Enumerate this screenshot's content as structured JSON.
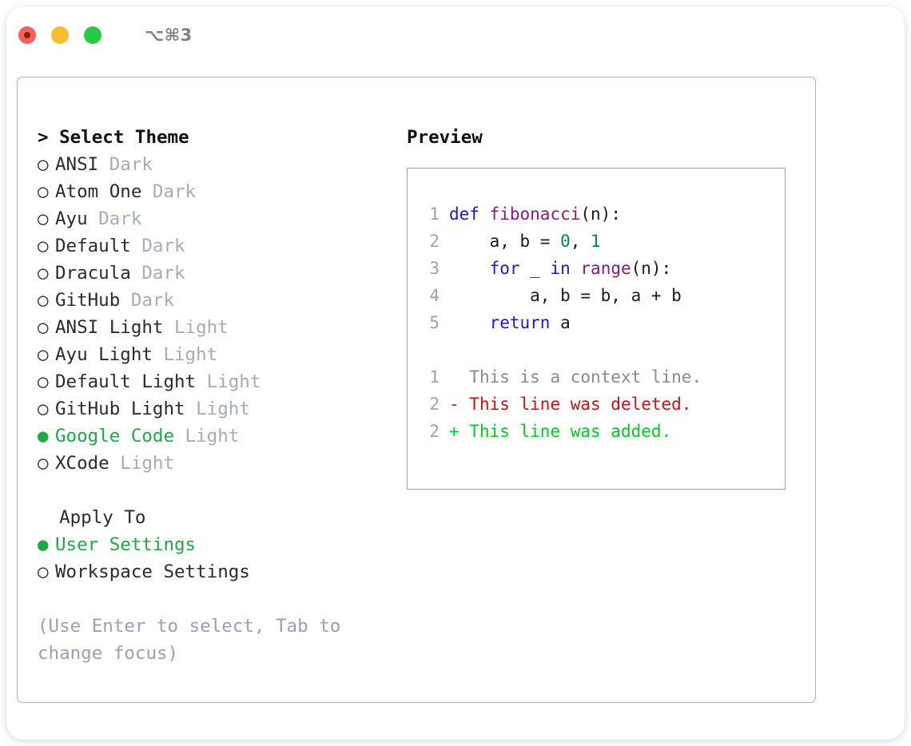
{
  "titlebar": {
    "lights": [
      {
        "name": "close-button",
        "color": "#ff5f57"
      },
      {
        "name": "minimize-button",
        "color": "#ffbd2e"
      },
      {
        "name": "maximize-button",
        "color": "#28c840"
      }
    ],
    "shortcut": "⌥⌘3"
  },
  "theme_picker": {
    "header": "> Select Theme",
    "selected_marker": "●",
    "unselected_marker": "○",
    "items": [
      {
        "marker": "○",
        "name": "ANSI",
        "tag": "Dark",
        "selected": false
      },
      {
        "marker": "○",
        "name": "Atom One",
        "tag": "Dark",
        "selected": false
      },
      {
        "marker": "○",
        "name": "Ayu",
        "tag": "Dark",
        "selected": false
      },
      {
        "marker": "○",
        "name": "Default",
        "tag": "Dark",
        "selected": false
      },
      {
        "marker": "○",
        "name": "Dracula",
        "tag": "Dark",
        "selected": false
      },
      {
        "marker": "○",
        "name": "GitHub",
        "tag": "Dark",
        "selected": false
      },
      {
        "marker": "○",
        "name": "ANSI Light",
        "tag": "Light",
        "selected": false
      },
      {
        "marker": "○",
        "name": "Ayu Light",
        "tag": "Light",
        "selected": false
      },
      {
        "marker": "○",
        "name": "Default Light",
        "tag": "Light",
        "selected": false
      },
      {
        "marker": "○",
        "name": "GitHub Light",
        "tag": "Light",
        "selected": false
      },
      {
        "marker": "●",
        "name": "Google Code",
        "tag": "Light",
        "selected": true
      },
      {
        "marker": "○",
        "name": "XCode",
        "tag": "Light",
        "selected": false
      }
    ]
  },
  "apply_to": {
    "header": "  Apply To",
    "items": [
      {
        "marker": "●",
        "name": "User Settings",
        "selected": true
      },
      {
        "marker": "○",
        "name": "Workspace Settings",
        "selected": false
      }
    ]
  },
  "hint": "(Use Enter to select, Tab to change focus)",
  "preview": {
    "title": "Preview",
    "code_lines": [
      {
        "num": "1",
        "tokens": [
          {
            "t": "def",
            "c": "kw"
          },
          {
            "t": " ",
            "c": "pl"
          },
          {
            "t": "fibonacci",
            "c": "fn"
          },
          {
            "t": "(n):",
            "c": "pl"
          }
        ]
      },
      {
        "num": "2",
        "tokens": [
          {
            "t": "    a, b = ",
            "c": "pl"
          },
          {
            "t": "0",
            "c": "num"
          },
          {
            "t": ", ",
            "c": "pl"
          },
          {
            "t": "1",
            "c": "num"
          }
        ]
      },
      {
        "num": "3",
        "tokens": [
          {
            "t": "    ",
            "c": "pl"
          },
          {
            "t": "for",
            "c": "kw"
          },
          {
            "t": " _ ",
            "c": "pl"
          },
          {
            "t": "in",
            "c": "kw"
          },
          {
            "t": " ",
            "c": "pl"
          },
          {
            "t": "range",
            "c": "fn"
          },
          {
            "t": "(n):",
            "c": "pl"
          }
        ]
      },
      {
        "num": "4",
        "tokens": [
          {
            "t": "        a, b = b, a + b",
            "c": "pl"
          }
        ]
      },
      {
        "num": "5",
        "tokens": [
          {
            "t": "    ",
            "c": "pl"
          },
          {
            "t": "return",
            "c": "kw"
          },
          {
            "t": " a",
            "c": "pl"
          }
        ]
      }
    ],
    "diff_lines": [
      {
        "num": "1",
        "sign": "  ",
        "text": "This is a context line.",
        "kind": "diff-ctx"
      },
      {
        "num": "2",
        "sign": "- ",
        "text": "This line was deleted.",
        "kind": "diff-del"
      },
      {
        "num": "2",
        "sign": "+ ",
        "text": "This line was added.",
        "kind": "diff-add"
      }
    ]
  },
  "colors": {
    "accent_green": "#1eaa41",
    "muted_tag": "#a4acbb",
    "hint_text": "#98a1b3",
    "keyword": "#1c18c8",
    "function": "#8b1a7a",
    "number": "#047d72",
    "diff_deleted": "#cc1111",
    "diff_added": "#00cc22",
    "panel_border": "#aab2c0"
  }
}
